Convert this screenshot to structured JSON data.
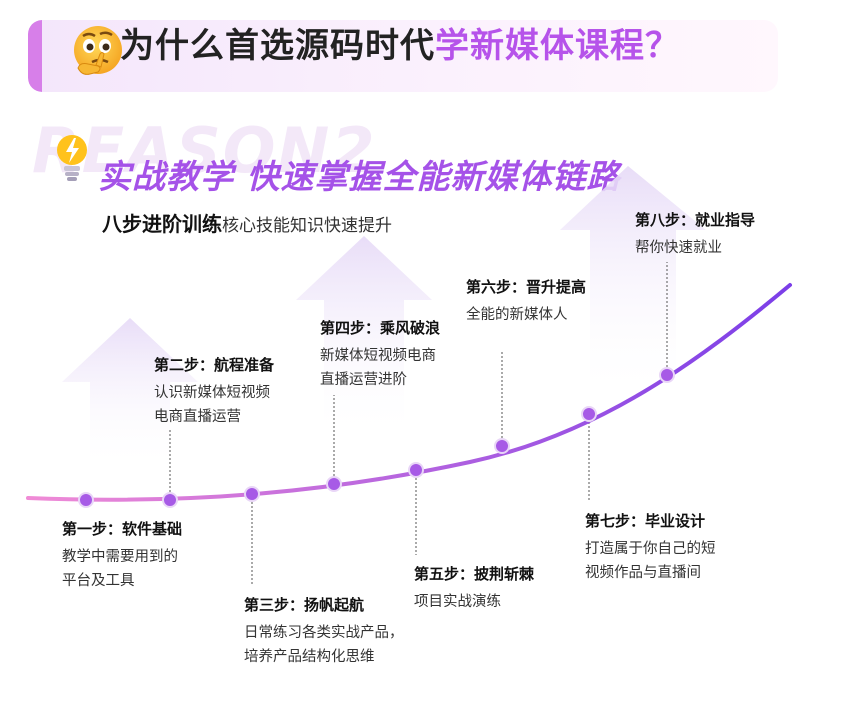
{
  "header": {
    "title_main": "为什么首选源码时代",
    "title_highlight": "学新媒体课程？",
    "emoji": "thinking-face-icon"
  },
  "watermark": "REASON2",
  "subtitle": "实战教学 快速掌握全能新媒体链路",
  "intro": {
    "bold": "八步进阶训练",
    "normal": "核心技能知识快速提升"
  },
  "colors": {
    "accent": "#b653ea",
    "curve_start": "#f08bd6",
    "curve_end": "#7b3ee8",
    "dot": "#a75ae6"
  },
  "steps": [
    {
      "title": "第一步：软件基础",
      "desc": [
        "教学中需要用到的",
        "平台及工具"
      ]
    },
    {
      "title": "第二步：航程准备",
      "desc": [
        "认识新媒体短视频",
        "电商直播运营"
      ]
    },
    {
      "title": "第三步：扬帆起航",
      "desc": [
        "日常练习各类实战产品，",
        "培养产品结构化思维"
      ]
    },
    {
      "title": "第四步：乘风破浪",
      "desc": [
        "新媒体短视频电商",
        "直播运营进阶"
      ]
    },
    {
      "title": "第五步：披荆斩棘",
      "desc": [
        "项目实战演练"
      ]
    },
    {
      "title": "第六步：晋升提高",
      "desc": [
        "全能的新媒体人"
      ]
    },
    {
      "title": "第七步：毕业设计",
      "desc": [
        "打造属于你自己的短",
        "视频作品与直播间"
      ]
    },
    {
      "title": "第八步：就业指导",
      "desc": [
        "帮你快速就业"
      ]
    }
  ]
}
